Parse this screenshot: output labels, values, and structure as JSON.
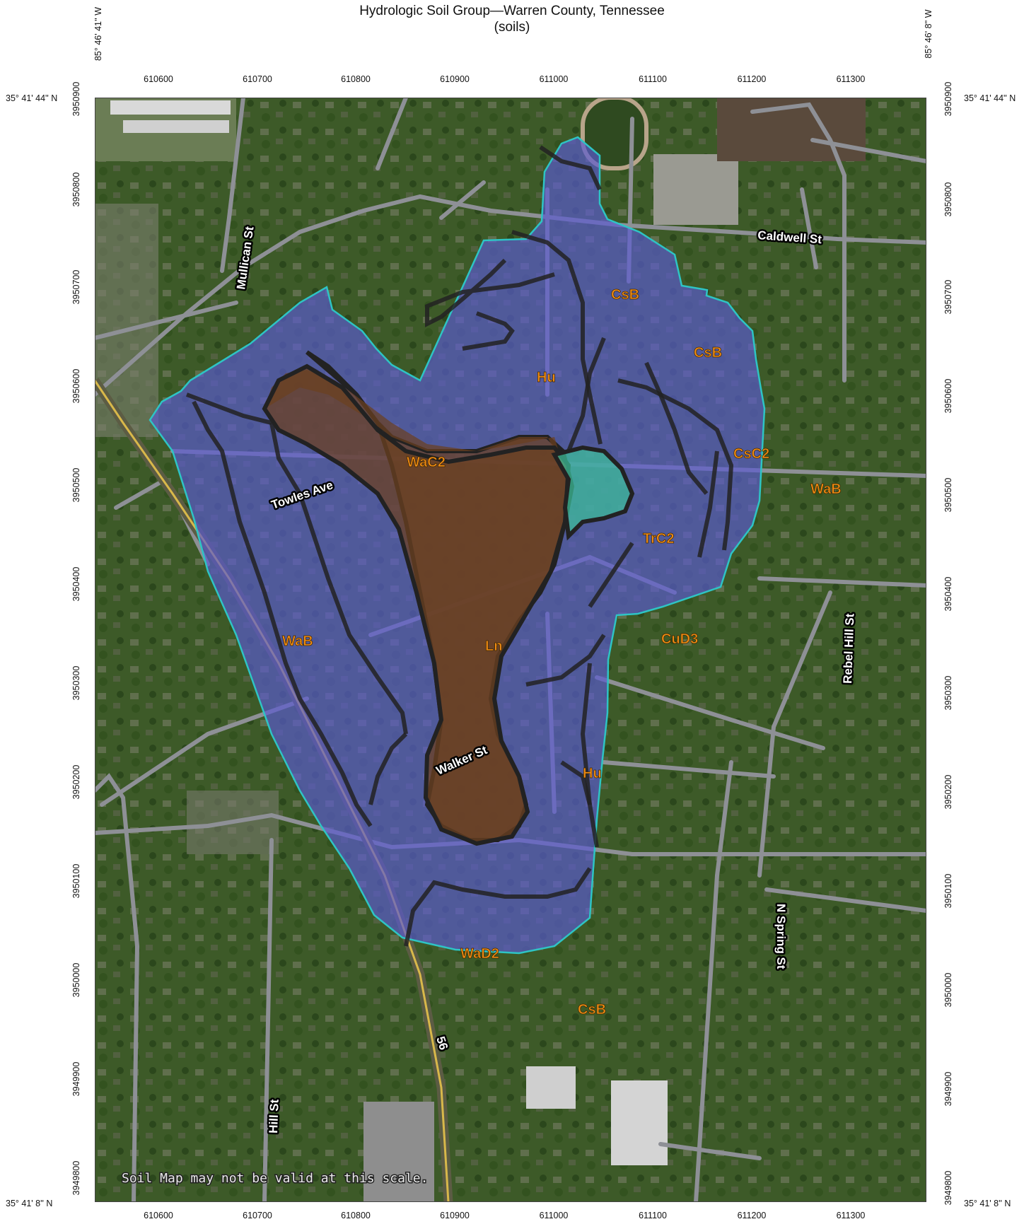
{
  "title": "Hydrologic Soil Group—Warren County, Tennessee",
  "subtitle": "(soils)",
  "corners": {
    "top_left": "35° 41' 44'' N",
    "top_right": "35° 41' 44'' N",
    "bottom_left": "35° 41' 8'' N",
    "bottom_right": "35° 41' 8'' N",
    "lon_left": "85° 46' 41'' W",
    "lon_right": "85° 46' 8'' W"
  },
  "easting_ticks": [
    "610600",
    "610700",
    "610800",
    "610900",
    "611000",
    "611100",
    "611200",
    "611300"
  ],
  "northing_ticks": [
    "3950900",
    "3950800",
    "3950700",
    "3950600",
    "3950500",
    "3950400",
    "3950300",
    "3950200",
    "3950100",
    "3950000",
    "3949900",
    "3949800"
  ],
  "soil_units": [
    {
      "symbol": "CsB"
    },
    {
      "symbol": "CsB"
    },
    {
      "symbol": "Hu"
    },
    {
      "symbol": "CsC2"
    },
    {
      "symbol": "WaC2"
    },
    {
      "symbol": "WaB"
    },
    {
      "symbol": "TrC2"
    },
    {
      "symbol": "Ln"
    },
    {
      "symbol": "CuD3"
    },
    {
      "symbol": "WaB"
    },
    {
      "symbol": "Hu"
    },
    {
      "symbol": "WaD2"
    },
    {
      "symbol": "CsB"
    }
  ],
  "roads": [
    {
      "name": "Caldwell St"
    },
    {
      "name": "Mullican St"
    },
    {
      "name": "Towles Ave"
    },
    {
      "name": "Walker St"
    },
    {
      "name": "Rebel Hill St"
    },
    {
      "name": "N Spring St"
    },
    {
      "name": "Hill St"
    },
    {
      "name": "56"
    }
  ],
  "warning": "Soil Map may not be valid at this scale.",
  "colors": {
    "aoi_outline": "#2ec4c4",
    "group_b": "#5a5ad2",
    "group_c": "#8a5a2a",
    "group_a": "#3bbf9a",
    "soil_label": "#f08c14"
  }
}
